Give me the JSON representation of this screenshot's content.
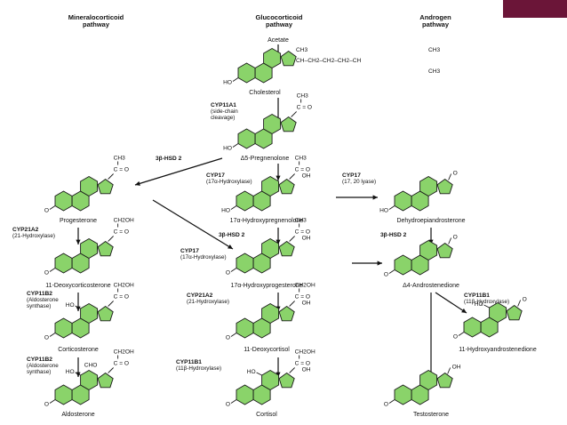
{
  "headers": {
    "mineralocorticoid": [
      "Mineralocorticoid",
      "pathway"
    ],
    "glucocorticoid": [
      "Glucocorticoid",
      "pathway"
    ],
    "androgen": [
      "Androgen",
      "pathway"
    ]
  },
  "acetate": "Acetate",
  "compounds": {
    "cholesterol": "Cholesterol",
    "pregnenolone": "Δ5-Pregnenolone",
    "progesterone": "Progesterone",
    "hydroxypregnenolone": "17α-Hydroxypregnenolone",
    "dhea": "Dehydroepiandrosterone",
    "deoxycorticosterone": "11-Deoxycorticosterone",
    "hydroxyprogesterone": "17α-Hydroxyprogesterone",
    "androstenedione": "Δ4-Androstenedione",
    "corticosterone": "Corticosterone",
    "deoxycortisol": "11-Deoxycortisol",
    "hydroxyandrostenedione": "11-Hydroxyandrostenedione",
    "aldosterone": "Aldosterone",
    "cortisol": "Cortisol",
    "testosterone": "Testosterone"
  },
  "enzymes": {
    "cyp11a1": {
      "name": "CYP11A1",
      "desc": [
        "(side-chain",
        "cleavage)"
      ]
    },
    "hsd_a": {
      "name": "3β-HSD 2",
      "desc": []
    },
    "cyp17_a": {
      "name": "CYP17",
      "desc": [
        "(17α-Hydroxylase)"
      ]
    },
    "cyp17_b": {
      "name": "CYP17",
      "desc": [
        "(17, 20 lyase)"
      ]
    },
    "cyp21_a": {
      "name": "CYP21A2",
      "desc": [
        "(21-Hydroxylase)"
      ]
    },
    "hsd_b": {
      "name": "3β-HSD 2",
      "desc": []
    },
    "hsd_c": {
      "name": "3β-HSD 2",
      "desc": []
    },
    "cyp17_c": {
      "name": "CYP17",
      "desc": [
        "(17α-Hydroxylase)"
      ]
    },
    "cyp11b2_a": {
      "name": "CYP11B2",
      "desc": [
        "(Aldosterone",
        "synthase)"
      ]
    },
    "cyp21_b": {
      "name": "CYP21A2",
      "desc": [
        "(21-Hydroxylase)"
      ]
    },
    "cyp11b1_a": {
      "name": "CYP11B1",
      "desc": [
        "(11β-Hydroxylase)"
      ]
    },
    "cyp11b2_b": {
      "name": "CYP11B2",
      "desc": [
        "(Aldosterone",
        "synthase)"
      ]
    },
    "cyp11b1_b": {
      "name": "CYP11B1",
      "desc": [
        "(11β-Hydroxylase)"
      ]
    }
  },
  "groups": {
    "ho": "HO",
    "o": "O",
    "ch3": "CH3",
    "ch2oh": "CH2OH",
    "co": "C = O",
    "oh": "OH",
    "cho": "CHO",
    "cholesterol_chain": "CH–CH2–CH2–CH2–CH",
    "hsd_line": "3β-HSD 2"
  },
  "colors": {
    "ring_fill": "#8ad36a",
    "accent_bar": "#6b1538"
  }
}
